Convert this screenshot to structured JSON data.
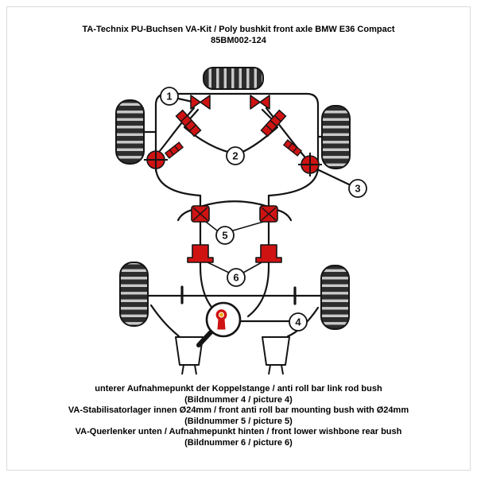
{
  "header": {
    "title_line1": "TA-Technix PU-Buchsen VA-Kit / Poly bushkit front axle BMW E36 Compact",
    "title_line2": "85BM002-124"
  },
  "diagram": {
    "callouts": [
      "1",
      "2",
      "3",
      "4",
      "5",
      "6"
    ]
  },
  "footer": {
    "items": [
      {
        "description": "unterer Aufnahmepunkt der Koppelstange / anti roll bar link rod bush",
        "picture_ref": "(Bildnummer 4 / picture 4)"
      },
      {
        "description": "VA-Stabilisatorlager innen Ø24mm / front anti roll bar mounting bush with Ø24mm",
        "picture_ref": "(Bildnummer 5 / picture 5)"
      },
      {
        "description": "VA-Querlenker unten / Aufnahmepunkt hinten / front lower wishbone rear bush",
        "picture_ref": "(Bildnummer 6 / picture 6)"
      }
    ]
  },
  "colors": {
    "part_red": "#cf1313",
    "line_black": "#141414",
    "detail_yellow": "#eda903",
    "border_gray": "#dcdcdc"
  }
}
